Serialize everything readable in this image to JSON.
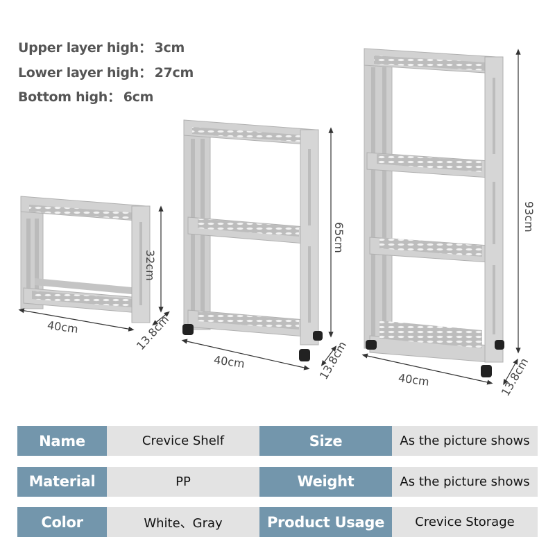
{
  "specs": [
    {
      "label": "Upper layer high：",
      "value": "3cm"
    },
    {
      "label": "Lower layer high：",
      "value": "27cm"
    },
    {
      "label": "Bottom high：",
      "value": "6cm"
    }
  ],
  "products": [
    {
      "tiers": 2,
      "width": "40cm",
      "height": "32cm",
      "depth": "13.8cm",
      "wheels": false
    },
    {
      "tiers": 3,
      "width": "40cm",
      "height": "65cm",
      "depth": "13.8cm",
      "wheels": true
    },
    {
      "tiers": 4,
      "width": "40cm",
      "height": "93cm",
      "depth": "13.8cm",
      "wheels": true
    }
  ],
  "table": {
    "rows": [
      [
        {
          "label": "Name",
          "value": "Crevice Shelf"
        },
        {
          "label": "Size",
          "value": "As the picture shows"
        }
      ],
      [
        {
          "label": "Material",
          "value": "PP"
        },
        {
          "label": "Weight",
          "value": "As the picture shows"
        }
      ],
      [
        {
          "label": "Color",
          "value": "White、Gray"
        },
        {
          "label": "Product Usage",
          "value": "Crevice Storage"
        }
      ]
    ]
  },
  "colors": {
    "label_bg": "#7396ac",
    "value_bg": "#e3e3e3",
    "shelf_gray": "#c8c8c8"
  }
}
